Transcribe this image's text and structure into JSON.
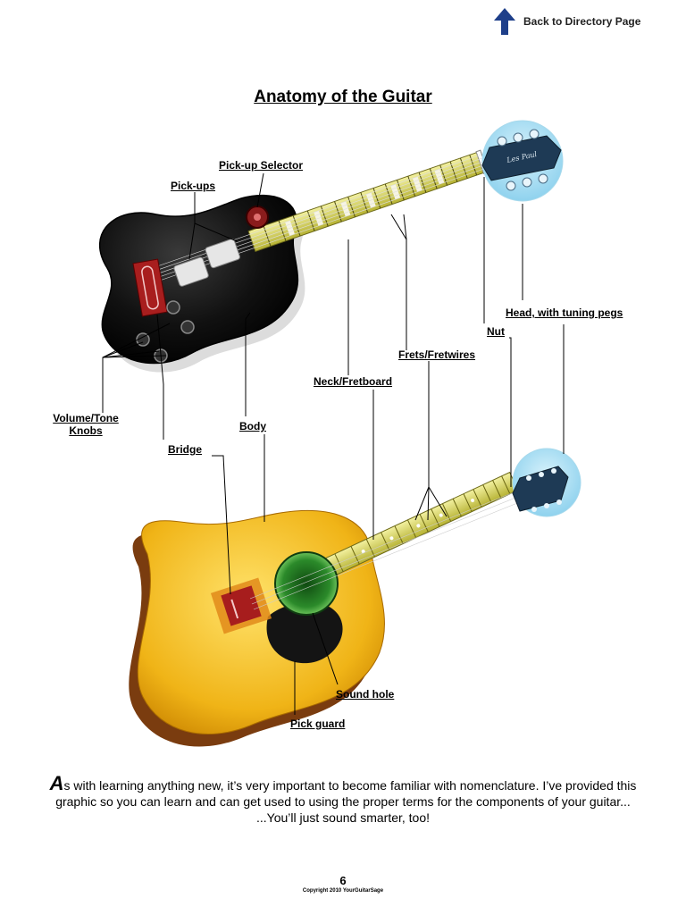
{
  "header": {
    "back_link": "Back to Directory Page",
    "back_icon": "up-arrow-icon"
  },
  "title": "Anatomy of the Guitar",
  "labels": {
    "pickup_selector": "Pick-up Selector",
    "pickups": "Pick-ups",
    "head": "Head, with tuning pegs",
    "nut": "Nut",
    "frets": "Frets/Fretwires",
    "neck": "Neck/Fretboard",
    "knobs_line1": "Volume/Tone",
    "knobs_line2": "Knobs",
    "body": "Body",
    "bridge": "Bridge",
    "sound_hole": "Sound hole",
    "pick_guard": "Pick guard"
  },
  "headstock_logo": "Les Paul",
  "paragraph": {
    "dropcap": "A",
    "line1": "s with learning anything new, it’s very important to become familiar with nomenclature.  I’ve provided this",
    "line2": "graphic so you can learn and can get used to using the proper terms for the components of your guitar...",
    "line3": "...You’ll just sound smarter, too!"
  },
  "footer": {
    "page_number": "6",
    "copyright": "Copyright 2010 YourGuitarSage"
  }
}
